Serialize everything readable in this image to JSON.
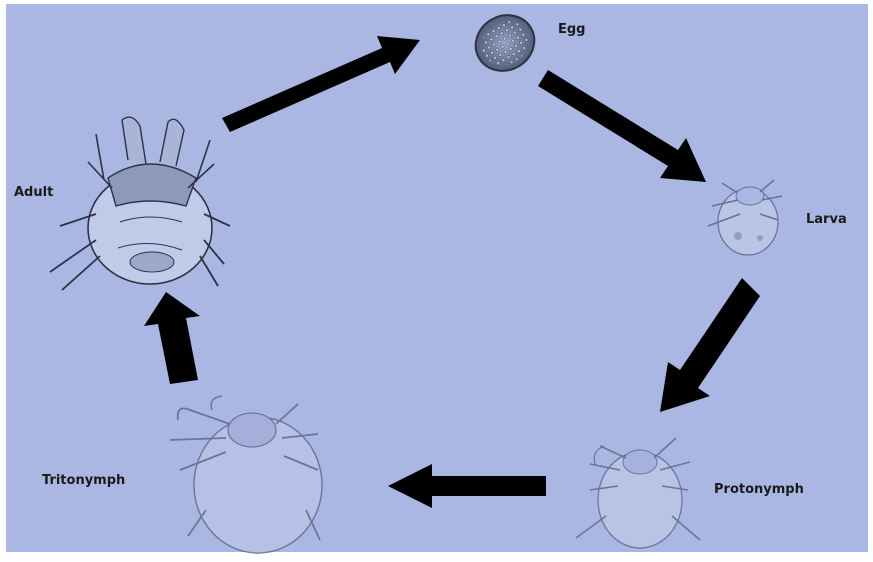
{
  "colors": {
    "background": "#aab7e2",
    "arrow": "#000000",
    "outline": "#2c3347"
  },
  "stages": [
    {
      "name": "Egg"
    },
    {
      "name": "Larva"
    },
    {
      "name": "Protonymph"
    },
    {
      "name": "Tritonymph"
    },
    {
      "name": "Adult"
    }
  ],
  "cycle_order": [
    "Egg",
    "Larva",
    "Protonymph",
    "Tritonymph",
    "Adult",
    "Egg"
  ]
}
